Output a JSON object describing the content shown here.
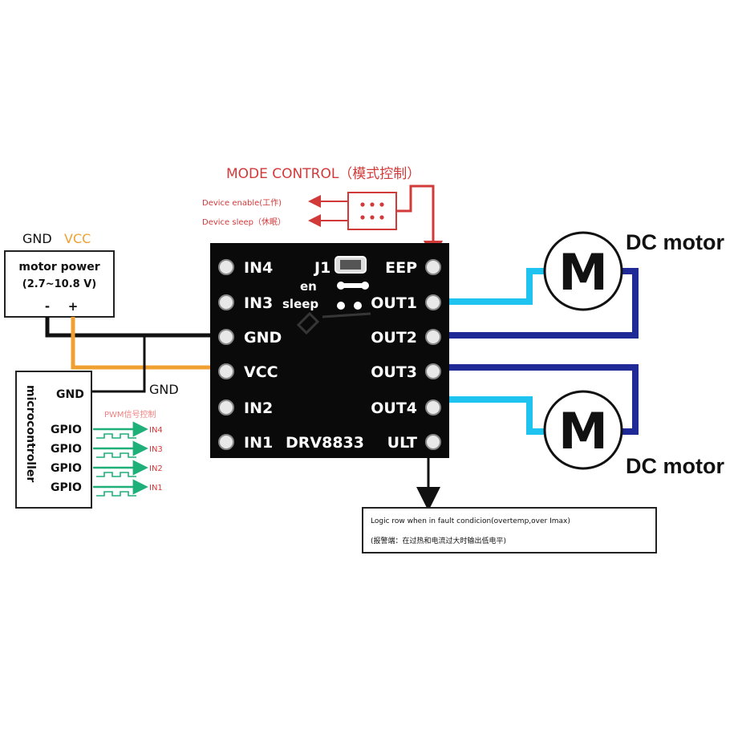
{
  "mode_control": {
    "title": "MODE CONTROL（模式控制）",
    "enable_label": "Device enable(工作)",
    "sleep_label": "Device sleep（休眠）"
  },
  "power": {
    "gnd_label": "GND",
    "vcc_label": "VCC",
    "title": "motor power",
    "range": "(2.7~10.8 V)",
    "minus": "-",
    "plus": "+"
  },
  "mcu": {
    "name": "microcontroller",
    "gnd_pin": "GND",
    "gnd_wire_label": "GND",
    "pwm_label": "PWM信号控制",
    "gpio_pins": [
      "GPIO",
      "GPIO",
      "GPIO",
      "GPIO"
    ],
    "gpio_targets": [
      "IN4",
      "IN3",
      "IN2",
      "IN1"
    ]
  },
  "board": {
    "chip_label": "DRV8833",
    "jumper_label": "J1",
    "en_label": "en",
    "sleep_label": "sleep",
    "left_pins": [
      "IN4",
      "IN3",
      "GND",
      "VCC",
      "IN2",
      "IN1"
    ],
    "right_pins": [
      "EEP",
      "OUT1",
      "OUT2",
      "OUT3",
      "OUT4",
      "ULT"
    ]
  },
  "motors": [
    {
      "letter": "M",
      "title": "DC motor"
    },
    {
      "letter": "M",
      "title": "DC motor"
    }
  ],
  "fault_note": {
    "line1": "Logic row when in fault condicion(overtemp,over Imax)",
    "line2": "(报警端：在过热和电流过大时输出低电平)"
  },
  "colors": {
    "wire_black": "#111111",
    "wire_orange": "#f0a030",
    "wire_cyan": "#1fc3f0",
    "wire_navy": "#1f2a96",
    "wire_green": "#1fb07a",
    "mode_red": "#d23a3a",
    "board": "#0a0a0a"
  }
}
